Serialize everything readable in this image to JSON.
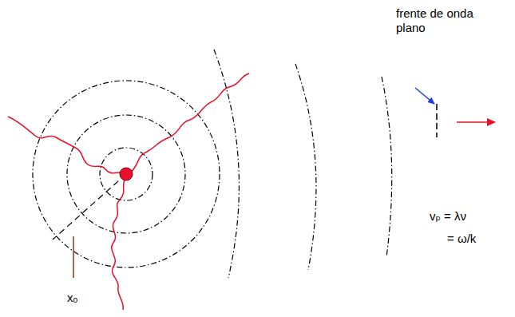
{
  "diagram": {
    "labels": [
      "frente de onda plano",
      "vₚ = λν",
      "= ω/k",
      "xₒ"
    ]
  }
}
